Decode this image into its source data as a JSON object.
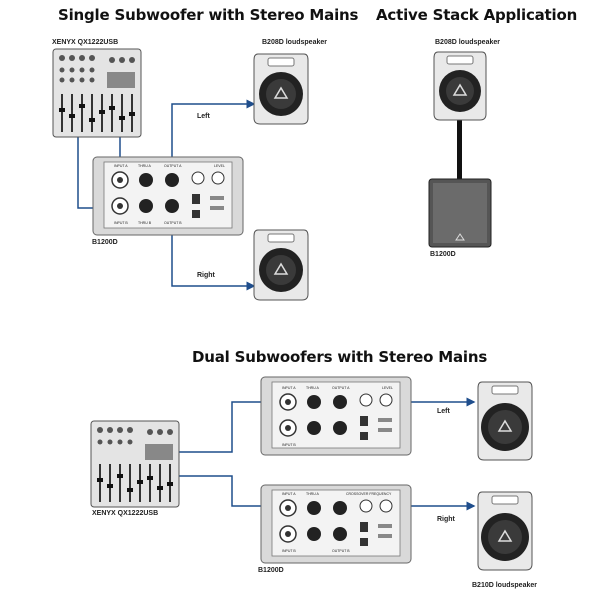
{
  "titles": {
    "single": "Single Subwoofer with Stereo Mains",
    "active": "Active Stack Application",
    "dual": "Dual Subwoofers with Stereo Mains"
  },
  "labels": {
    "mixer_top": "XENYX QX1222USB",
    "speaker_top_left": "B208D loudspeaker",
    "speaker_active": "B208D loudspeaker",
    "sub_top": "B1200D",
    "sub_active": "B1200D",
    "left_top": "Left",
    "right_top": "Right",
    "left_bottom": "Left",
    "right_bottom": "Right",
    "mixer_bottom": "XENYX QX1222USB",
    "sub_bottom": "B1200D",
    "speaker_bottom": "B210D loudspeaker"
  },
  "panel_text": {
    "input_a": "INPUT A",
    "input_b": "INPUT B",
    "thru_a": "THRU A",
    "thru_b": "THRU B",
    "output_a": "OUTPUT A",
    "output_b": "OUTPUT B",
    "level": "LEVEL",
    "xover": "CROSSOVER FREQUENCY"
  },
  "colors": {
    "wire": "#1f4e8c",
    "panel": "#d9d9d9",
    "speaker": "#e9e9e9"
  }
}
